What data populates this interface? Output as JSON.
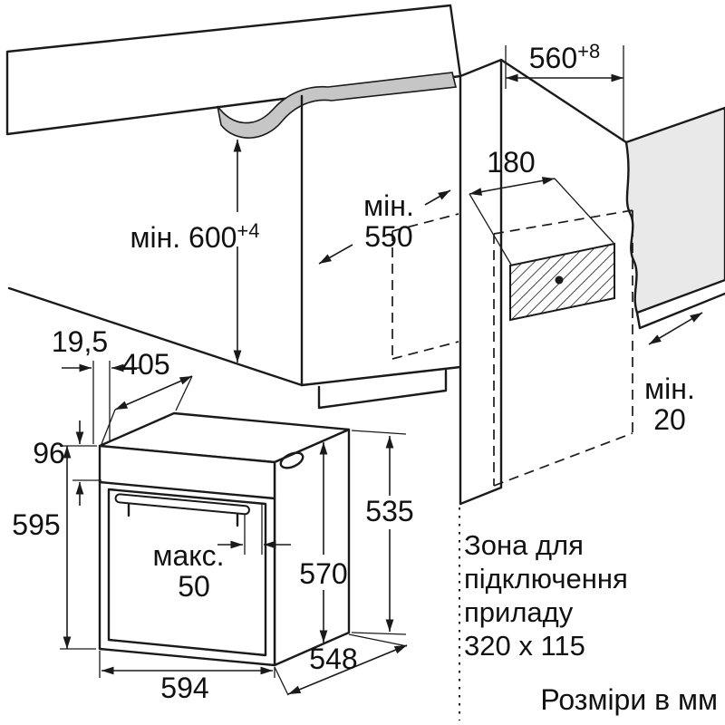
{
  "fig": {
    "units": "Розміри в мм",
    "zone": {
      "l1": "Зона для",
      "l2": "підключення",
      "l3": "приладу",
      "l4": "320 x 115"
    },
    "dims": {
      "niche_width": {
        "base": "560",
        "sup": "+8"
      },
      "niche_height": {
        "base": "мін. 600",
        "sup": "+4"
      },
      "niche_depth": {
        "l1": "мін.",
        "l2": "550"
      },
      "zone_offset": "180",
      "rear_gap": {
        "l1": "мін.",
        "l2": "20"
      },
      "front_clearance": "19,5",
      "top_depth": "405",
      "panel_height": "96",
      "oven_height": "595",
      "handle_max": {
        "l1": "макс.",
        "l2": "50"
      },
      "oven_width": "594",
      "total_depth": "548",
      "inner_depth": "570",
      "body_depth": "535"
    }
  }
}
